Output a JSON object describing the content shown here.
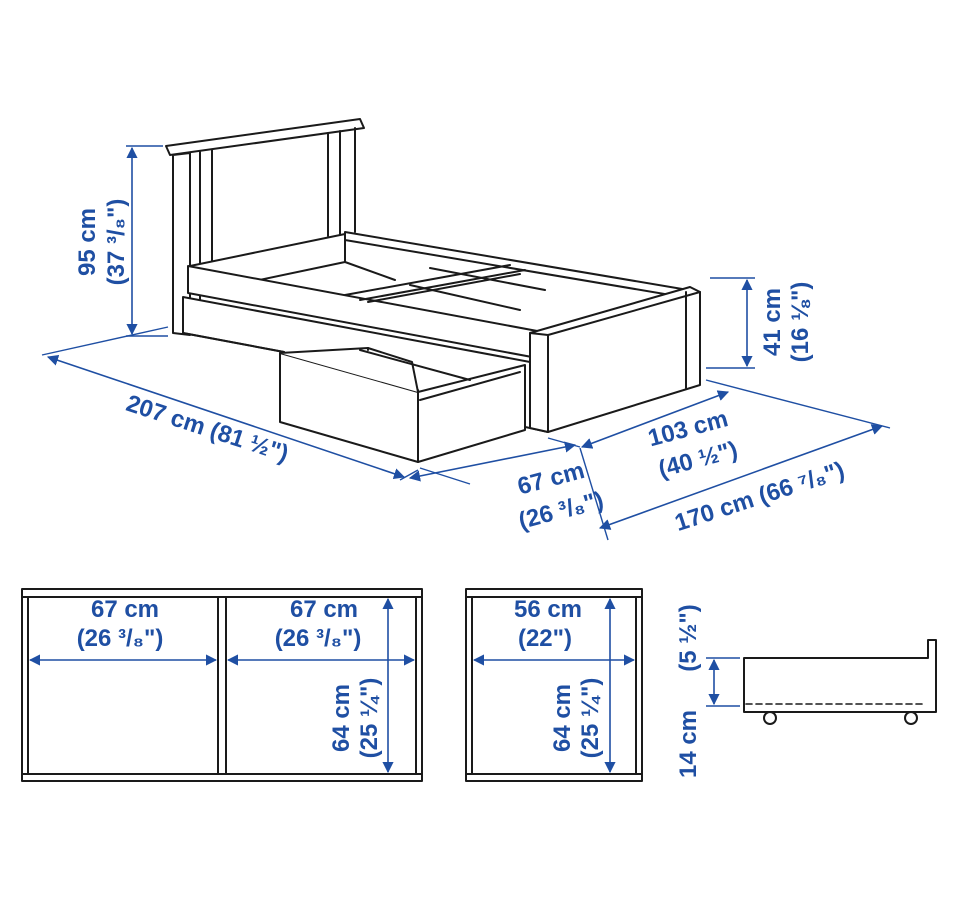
{
  "colors": {
    "dimension": "#1f4fa3",
    "outline": "#1a1a1a",
    "background": "#ffffff"
  },
  "bed": {
    "headboard_height": {
      "cm": "95 cm",
      "in": "(37 ³/₈\")"
    },
    "length": "207 cm (81 ½\")",
    "footboard_height": {
      "cm": "41 cm",
      "in": "(16 ⅛\")"
    },
    "drawer_depth": {
      "cm": "67 cm",
      "in": "(26 ³/₈\")"
    },
    "inner_width": {
      "cm": "103 cm",
      "in": "(40 ½\")"
    },
    "total_width": "170 cm (66 ⁷/₈\")"
  },
  "drawer_frame": {
    "left_width": {
      "cm": "67 cm",
      "in": "(26 ³/₈\")"
    },
    "right_width": {
      "cm": "67 cm",
      "in": "(26 ³/₈\")"
    },
    "depth": {
      "cm": "64 cm",
      "in": "(25 ¼\")"
    }
  },
  "drawer_single": {
    "width": {
      "cm": "56 cm",
      "in": "(22\")"
    },
    "depth": {
      "cm": "64 cm",
      "in": "(25 ¼\")"
    }
  },
  "drawer_side": {
    "outer_height": "14 cm",
    "inner_height": "(5 ½\")"
  }
}
